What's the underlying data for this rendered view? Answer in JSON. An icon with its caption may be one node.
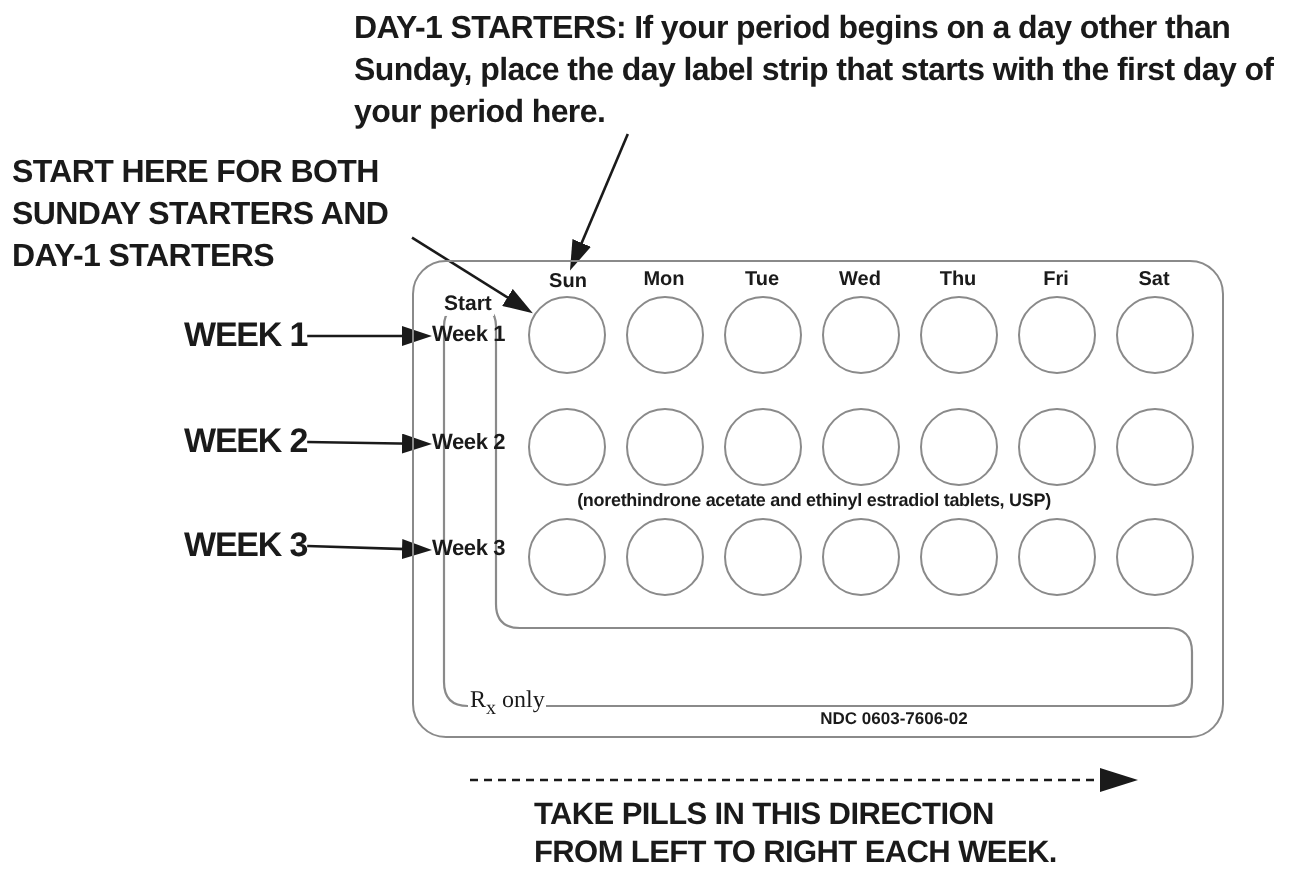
{
  "diagram": {
    "nodes": [
      {
        "text": [
          "DAY-1 STARTERS: If your period begins on a day other than Sunday, place the day label strip that starts with the first day of your period here."
        ]
      },
      {
        "text": [
          "START HERE FOR BOTH SUNDAY STARTERS AND DAY-1 STARTERS"
        ]
      },
      {
        "text": [
          "WEEK 1"
        ]
      },
      {
        "text": [
          "WEEK 2"
        ]
      },
      {
        "text": [
          "WEEK 3"
        ]
      },
      {
        "text": [
          "Start",
          "(norethindrone acetate and ethinyl estradiol tablets, USP)",
          "R$_{x}$ only",
          "NDC 0603-7606-02"
        ]
      },
      {
        "text": [
          "Sun"
        ],
        "in": 5
      },
      {
        "text": [
          "Week 1"
        ],
        "in": 5
      },
      {
        "text": [
          "Week 2"
        ],
        "in": 5
      },
      {
        "text": [
          "Week 3"
        ],
        "in": 5
      },
      {
        "text": [],
        "shape": "circle",
        "in": 5
      },
      {
        "text": [],
        "shape": "circle",
        "in": 5
      },
      {
        "text": [],
        "shape": "circle",
        "in": 5
      },
      {
        "text": [],
        "shape": "circle",
        "in": 5
      },
      {
        "text": [],
        "shape": "circle",
        "in": 5
      },
      {
        "text": [],
        "shape": "circle",
        "in": 5
      },
      {
        "text": [],
        "shape": "circle",
        "in": 5
      },
      {
        "text": [],
        "shape": "circle",
        "in": 5
      },
      {
        "text": [],
        "shape": "circle",
        "in": 5
      },
      {
        "text": [],
        "shape": "circle",
        "in": 5
      },
      {
        "text": [],
        "shape": "circle",
        "in": 5
      },
      {
        "text": [],
        "shape": "circle",
        "in": 5
      },
      {
        "text": [],
        "shape": "circle",
        "in": 5
      },
      {
        "text": [],
        "shape": "circle",
        "in": 5
      },
      {
        "text": [],
        "shape": "circle",
        "in": 5
      },
      {
        "text": [],
        "shape": "circle",
        "in": 5
      },
      {
        "text": [],
        "shape": "circle",
        "in": 5
      },
      {
        "text": [],
        "shape": "circle",
        "in": 5
      },
      {
        "text": [],
        "shape": "circle",
        "in": 5
      },
      {
        "text": [],
        "shape": "circle",
        "in": 5
      },
      {
        "text": [],
        "shape": "circle",
        "in": 5
      }
    ],
    "edges": [
      {
        "from": 0,
        "to": 6,
        "arrow": "to"
      },
      {
        "from": 1,
        "to": 10,
        "arrow": "to"
      },
      {
        "from": 2,
        "to": 7,
        "arrow": "to"
      },
      {
        "from": 3,
        "to": 8,
        "arrow": "to"
      },
      {
        "from": 4,
        "to": 9,
        "arrow": "to"
      }
    ],
    "labels": [
      "Mon",
      "Tue",
      "Wed",
      "Thu",
      "Fri",
      "Sat",
      "TAKE PILLS IN THIS DIRECTION FROM LEFT TO RIGHT EACH WEEK."
    ]
  }
}
